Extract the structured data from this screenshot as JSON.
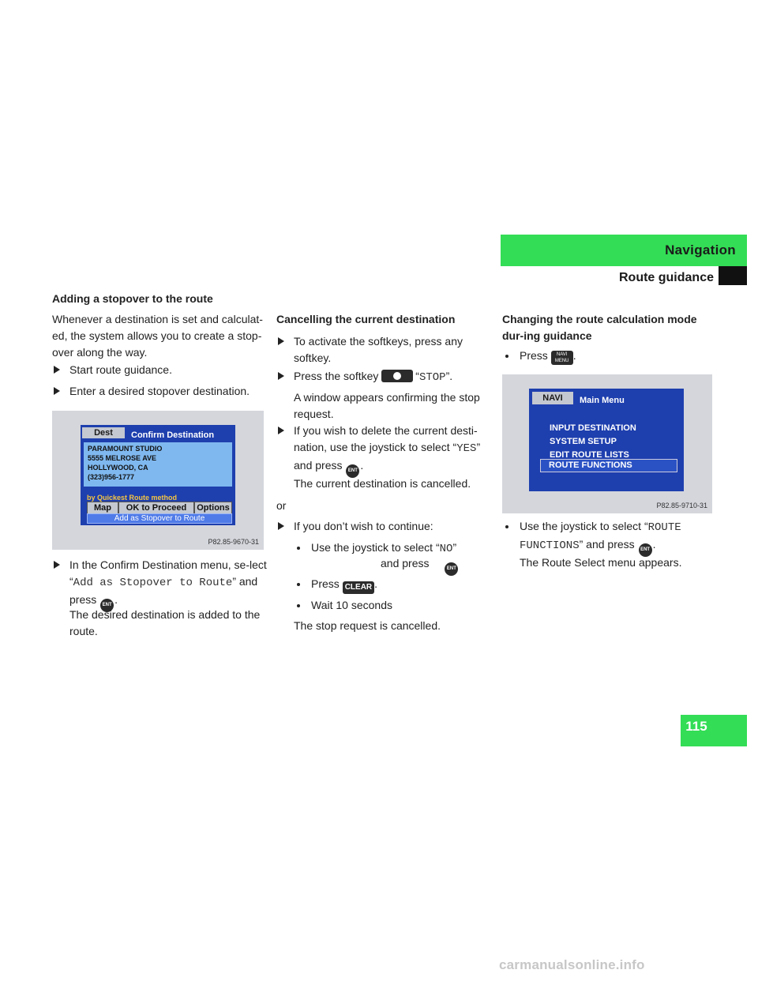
{
  "header": {
    "section": "Navigation",
    "subsection": "Route guidance",
    "page_number": "115",
    "accent_color": "#33dd55"
  },
  "col1": {
    "heading": "Adding a stopover to the route",
    "intro": "Whenever a destination is set and calculat-ed, the system allows you to create a stop-over along the way.",
    "step1": "Start route guidance.",
    "step2": "Enter a desired stopover destination.",
    "step3_pre": "In the Confirm Destination menu, se-lect “",
    "step3_code": "Add as Stopover to Route",
    "step3_post": "” and press",
    "result": "The desired destination is added to the route."
  },
  "screen1": {
    "tab": "Dest",
    "title": "Confirm Destination",
    "address": [
      "PARAMOUNT STUDIO",
      "5555 MELROSE AVE",
      "HOLLYWOOD, CA",
      "(323)956-1777"
    ],
    "method": "by Quickest Route method",
    "buttons": [
      "Map",
      "OK to Proceed",
      "Options"
    ],
    "add_stopover": "Add as Stopover to Route",
    "code": "P82.85-9670-31"
  },
  "col2": {
    "heading": "Cancelling the current destination",
    "step1": "To activate the softkeys, press any softkey.",
    "step2_pre": "Press the softkey",
    "step2_code": "STOP",
    "step2_sub": "A window appears confirming the stop request.",
    "step3_pre": "If you wish to delete the current desti-nation, use the joystick to select “",
    "step3_code": "YES",
    "step3_mid": "and press",
    "step3_sub": "The current destination is cancelled.",
    "or": "or",
    "step4": "If you don’t wish to continue:",
    "b1_pre": "Use the joystick to select “",
    "b1_code": "NO",
    "b1_post": "and press",
    "b2_pre": "Press",
    "b3": "Wait 10 seconds",
    "final": "The stop request is cancelled."
  },
  "col3": {
    "heading": "Changing the route calculation mode dur-ing guidance",
    "b1_pre": "Press",
    "b2_pre": "Use the joystick to select “",
    "b2_code": "ROUTE FUNCTIONS",
    "b2_post": "” and press",
    "result": "The Route Select menu appears."
  },
  "screen2": {
    "tab": "NAVI",
    "title": "Main Menu",
    "items": [
      "INPUT DESTINATION",
      "SYSTEM SETUP",
      "EDIT ROUTE LISTS"
    ],
    "selected": "ROUTE FUNCTIONS",
    "code": "P82.85-9710-31"
  },
  "keys": {
    "ent": "ENT",
    "clear": "CLEAR",
    "navi": "NAVI",
    "menu": "MENU"
  },
  "watermark": "carmanualsonline.info"
}
